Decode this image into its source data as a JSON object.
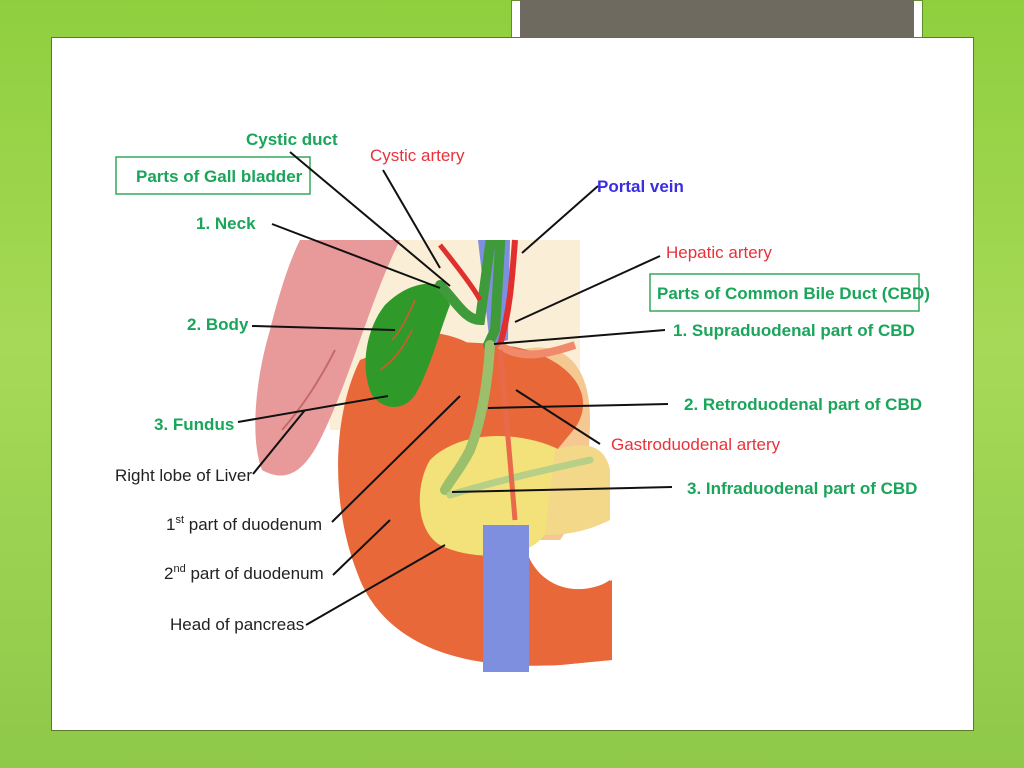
{
  "colors": {
    "green_label": "#1aa55a",
    "red_label": "#e8323a",
    "blue_label": "#3a2ee0",
    "dark_label": "#222222",
    "gallbladder": "#2f9a2a",
    "duodenum": "#e8683a",
    "liver": "#e89a9a",
    "pancreas": "#f3e27a",
    "vein": "#7f8fe0",
    "artery": "#e0302e",
    "duct": "#9bbf6a"
  },
  "labels": {
    "cystic_duct": "Cystic duct",
    "cystic_artery": "Cystic artery",
    "parts_gb": "Parts of Gall bladder",
    "portal_vein": "Portal vein",
    "neck": "1. Neck",
    "hepatic_artery": "Hepatic artery",
    "parts_cbd": "Parts of Common Bile Duct (CBD)",
    "body": "2. Body",
    "supraduodenal": "1. Supraduodenal part of CBD",
    "fundus": "3. Fundus",
    "retroduodenal": "2. Retroduodenal part of CBD",
    "gastroduodenal": "Gastroduodenal  artery",
    "right_lobe": "Right lobe of Liver",
    "infraduodenal": "3. Infraduodenal part of CBD",
    "first_part_num": "1",
    "first_part_sup": "st",
    "first_part_rest": " part of duodenum",
    "second_part_num": "2",
    "second_part_sup": "nd",
    "second_part_rest": " part of duodenum",
    "head_pancreas": "Head of pancreas"
  }
}
